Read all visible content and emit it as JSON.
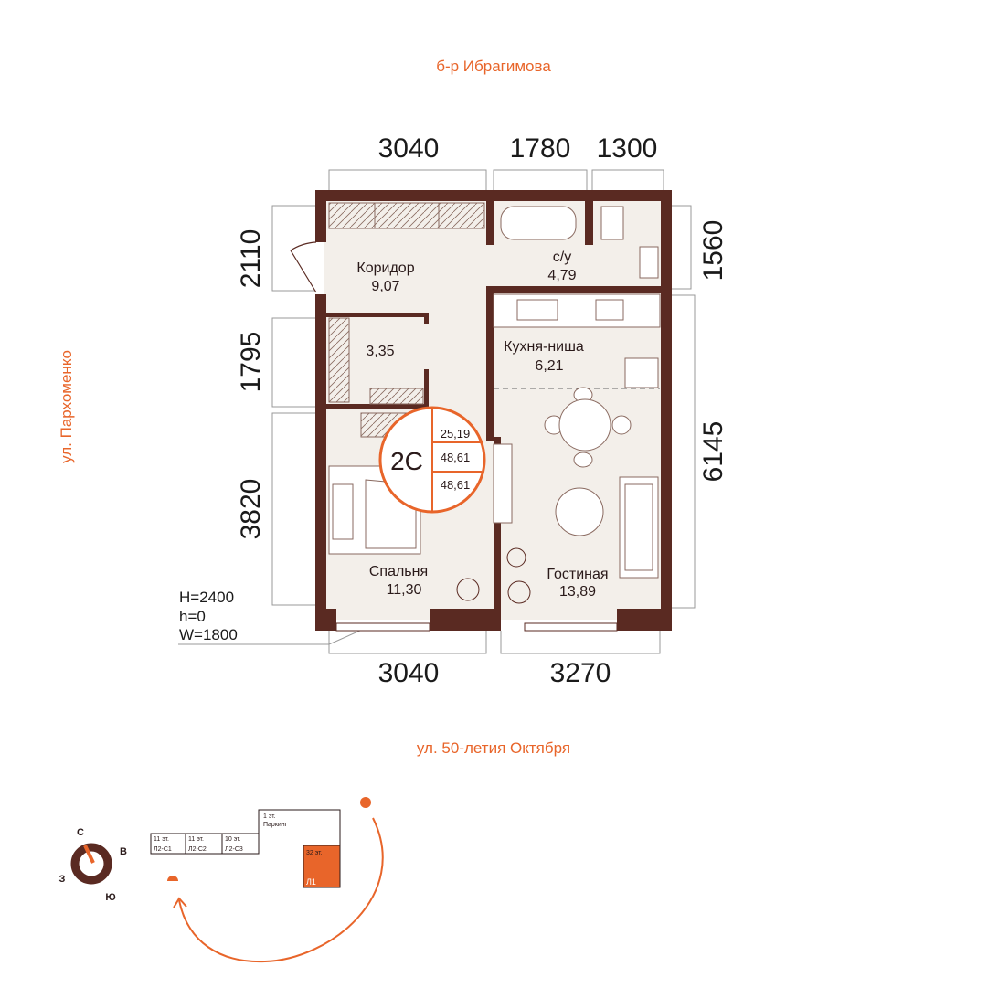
{
  "streets": {
    "top": "б-р Ибрагимова",
    "bottom": "ул. 50-летия Октября",
    "left": "ул. Пархоменко"
  },
  "dimensions": {
    "top": [
      "3040",
      "1780",
      "1300"
    ],
    "bottom": [
      "3040",
      "3270"
    ],
    "left": [
      "2110",
      "1795",
      "3820"
    ],
    "right": [
      "1560",
      "6145"
    ]
  },
  "rooms": {
    "corridor": {
      "name": "Коридор",
      "area": "9,07"
    },
    "bathroom": {
      "name": "с/у",
      "area": "4,79"
    },
    "storage": {
      "area": "3,35"
    },
    "kitchen": {
      "name": "Кухня-ниша",
      "area": "6,21"
    },
    "bedroom": {
      "name": "Спальня",
      "area": "11,30"
    },
    "living": {
      "name": "Гостиная",
      "area": "13,89"
    }
  },
  "badge": {
    "type": "2С",
    "area_living": "25,19",
    "area_total": "48,61",
    "area_full": "48,61"
  },
  "params": {
    "H": "H=2400",
    "h": "h=0",
    "W": "W=1800"
  },
  "compass": {
    "north": "С",
    "east": "В",
    "south": "Ю",
    "west": "З"
  },
  "site_plan": {
    "blocks": [
      {
        "floors": "11 эт.",
        "label": "Л2-С1"
      },
      {
        "floors": "11 эт.",
        "label": "Л2-С2"
      },
      {
        "floors": "10 эт.",
        "label": "Л2-С3"
      }
    ],
    "parking": {
      "floors": "1 эт.",
      "label": "Паркинг"
    },
    "tower": {
      "floors": "32 эт.",
      "label": "Л1"
    }
  },
  "colors": {
    "wall": "#5a2a22",
    "accent": "#e8652a",
    "floor": "#f3efea"
  }
}
